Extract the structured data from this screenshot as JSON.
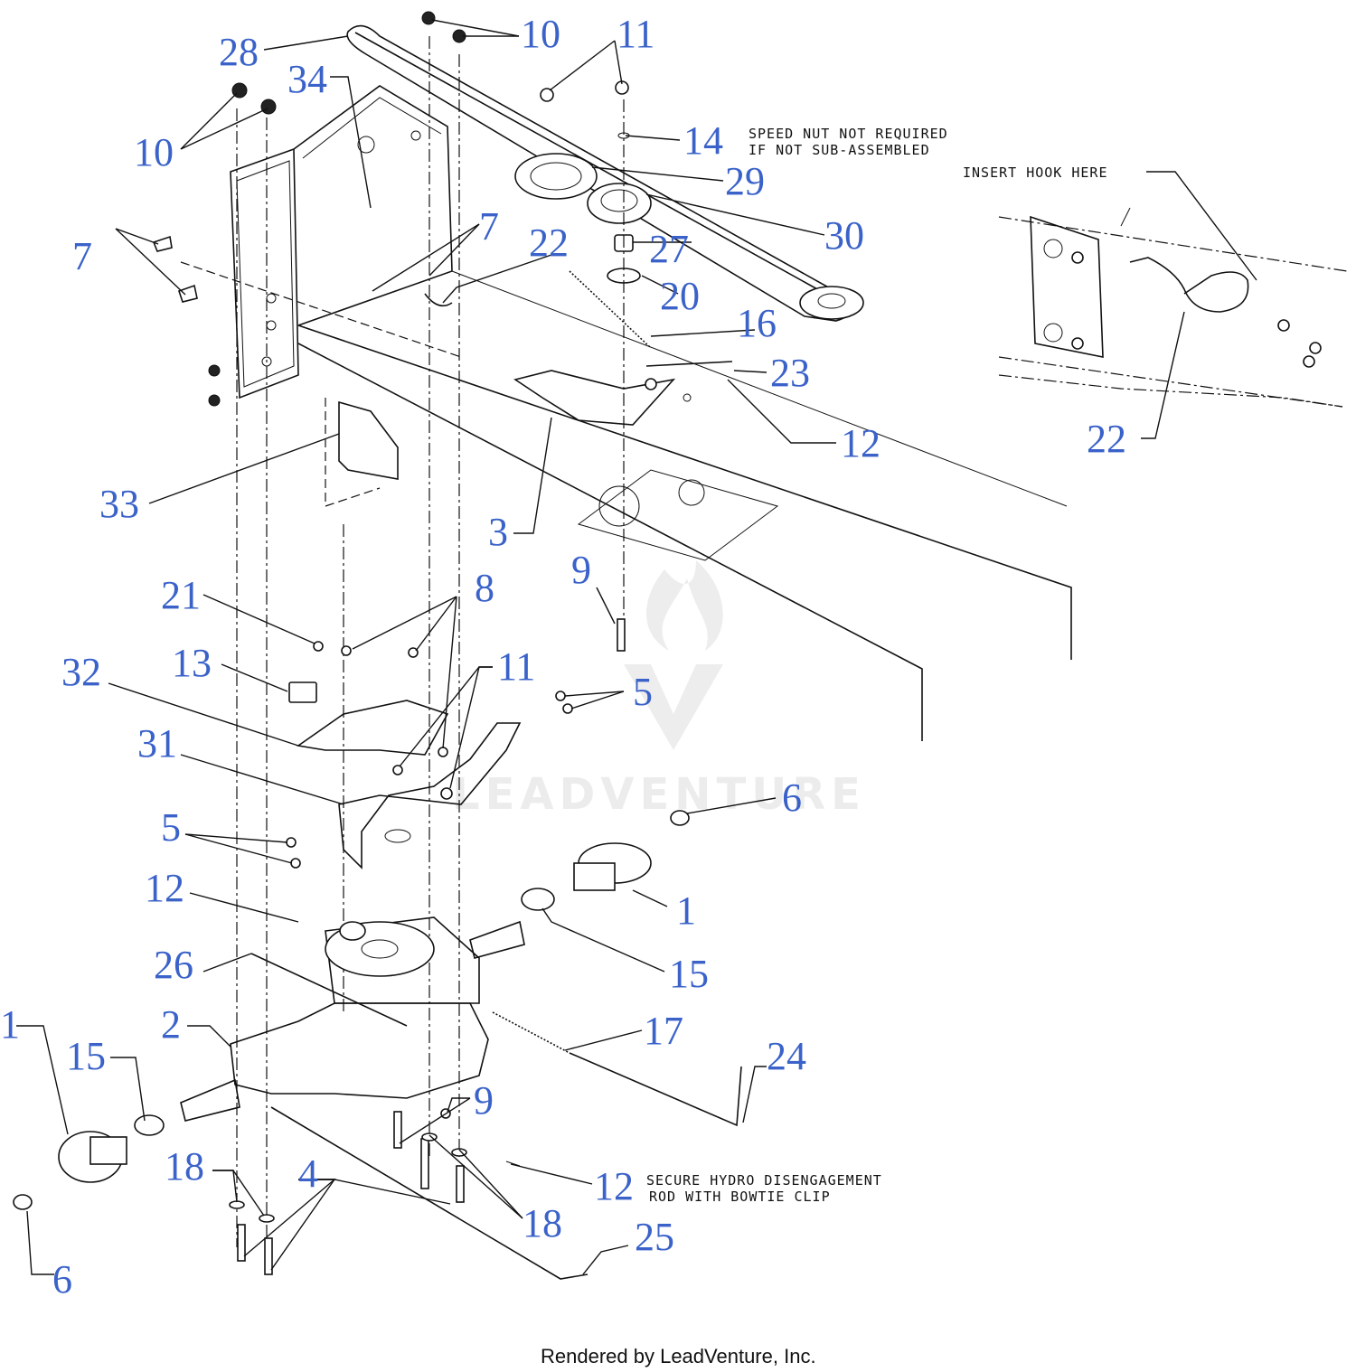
{
  "diagram": {
    "callouts": [
      "28",
      "10",
      "11",
      "34",
      "10",
      "14",
      "29",
      "30",
      "7",
      "22",
      "7",
      "27",
      "20",
      "16",
      "23",
      "12",
      "33",
      "3",
      "9",
      "21",
      "8",
      "13",
      "32",
      "11",
      "5",
      "31",
      "6",
      "5",
      "12",
      "1",
      "26",
      "15",
      "1",
      "2",
      "17",
      "15",
      "24",
      "9",
      "12",
      "18",
      "4",
      "18",
      "25",
      "6",
      "22"
    ],
    "notes": {
      "speed_nut_line1": "SPEED NUT NOT REQUIRED",
      "speed_nut_line2": "IF NOT SUB-ASSEMBLED",
      "insert_hook": "INSERT HOOK HERE",
      "secure_line1": "SECURE HYDRO DISENGAGEMENT",
      "secure_line2": "ROD WITH BOWTIE CLIP"
    },
    "watermark": "LEADVENTURE",
    "footer": "Rendered by LeadVenture, Inc."
  }
}
